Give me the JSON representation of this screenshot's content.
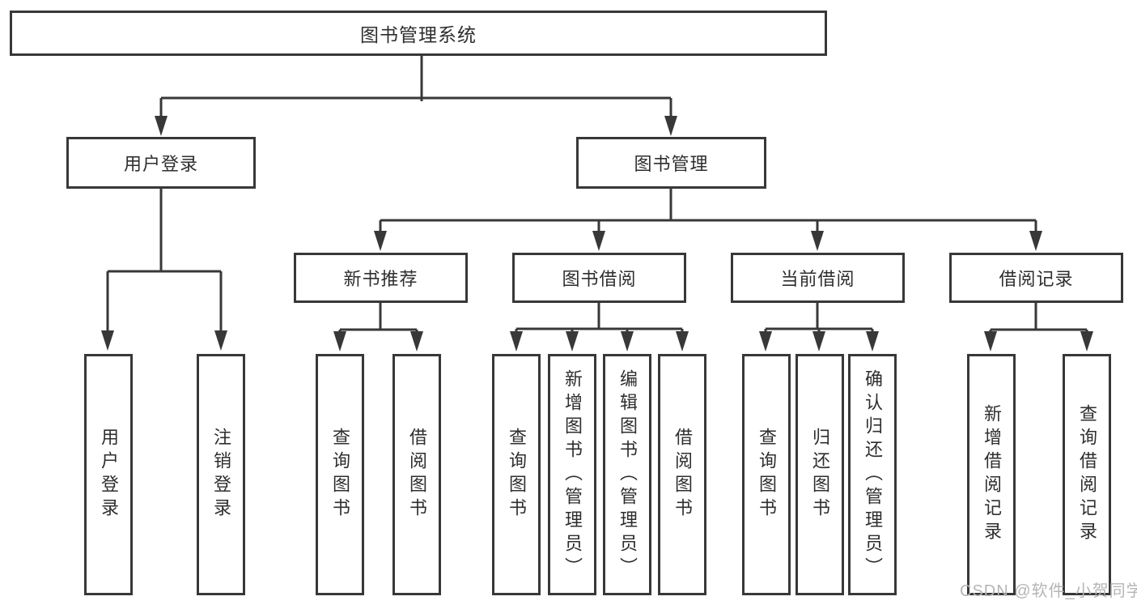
{
  "diagram": {
    "root": {
      "label": "图书管理系统"
    },
    "branches": [
      {
        "label": "用户登录",
        "children": [
          {
            "label": "用户登录"
          },
          {
            "label": "注销登录"
          }
        ]
      },
      {
        "label": "图书管理",
        "children": [
          {
            "label": "新书推荐",
            "children": [
              {
                "label": "查询图书"
              },
              {
                "label": "借阅图书"
              }
            ]
          },
          {
            "label": "图书借阅",
            "children": [
              {
                "label": "查询图书"
              },
              {
                "label": "新增图书（管理员）"
              },
              {
                "label": "编辑图书（管理员）"
              },
              {
                "label": "借阅图书"
              }
            ]
          },
          {
            "label": "当前借阅",
            "children": [
              {
                "label": "查询图书"
              },
              {
                "label": "归还图书"
              },
              {
                "label": "确认归还（管理员）"
              }
            ]
          },
          {
            "label": "借阅记录",
            "children": [
              {
                "label": "新增借阅记录"
              },
              {
                "label": "查询借阅记录"
              }
            ]
          }
        ]
      }
    ]
  },
  "watermark": {
    "text": "CSDN @软件_小贺同学"
  },
  "colors": {
    "line": "#383838",
    "text": "#2e2e2e",
    "box_background": "#ffffff",
    "watermark": "#b5b5b5",
    "page_background": "#ffffff"
  }
}
